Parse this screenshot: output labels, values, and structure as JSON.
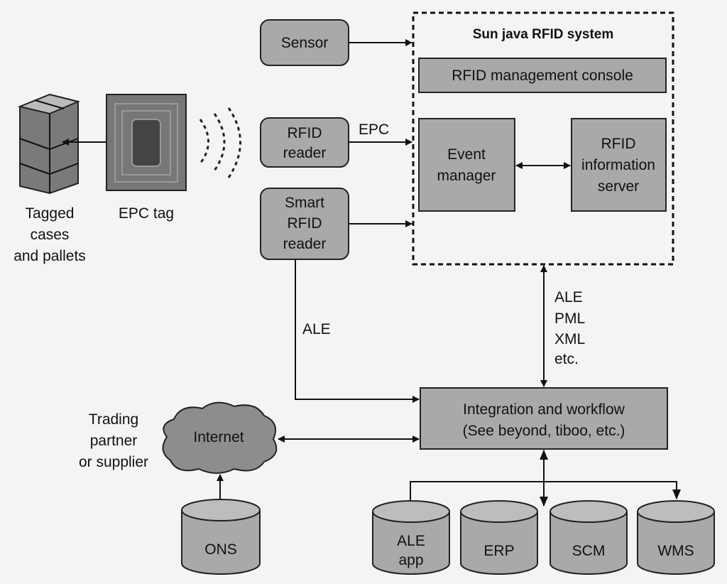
{
  "devices": {
    "sensor": "Sensor",
    "rfid_reader": [
      "RFID",
      "reader"
    ],
    "smart_rfid_reader": [
      "Smart",
      "RFID",
      "reader"
    ],
    "epc_label": "EPC",
    "ale_label": "ALE"
  },
  "left": {
    "tagged": [
      "Tagged",
      "cases",
      "and pallets"
    ],
    "epc_tag": "EPC tag"
  },
  "system": {
    "title": "Sun java RFID system",
    "console": "RFID management console",
    "event_manager": [
      "Event",
      "manager"
    ],
    "info_server": [
      "RFID",
      "information",
      "server"
    ]
  },
  "protocols": [
    "ALE",
    "PML",
    "XML",
    "etc."
  ],
  "integration": [
    "Integration and workflow",
    "(See beyond, tiboo, etc.)"
  ],
  "internet": "Internet",
  "partner": [
    "Trading",
    "partner",
    "or supplier"
  ],
  "databases": {
    "ons": "ONS",
    "ale_app": [
      "ALE",
      "app"
    ],
    "erp": "ERP",
    "scm": "SCM",
    "wms": "WMS"
  }
}
